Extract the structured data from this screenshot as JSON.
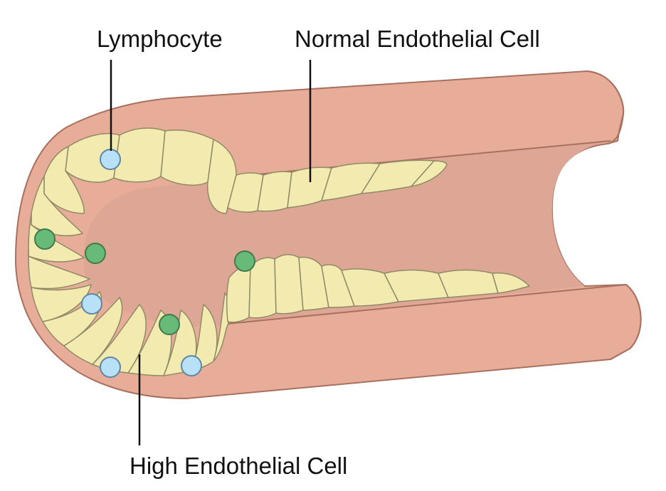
{
  "labels": {
    "lymphocyte": "Lymphocyte",
    "normal_endothelial_cell": "Normal Endothelial Cell",
    "high_endothelial_cell": "High Endothelial Cell"
  },
  "colors": {
    "vessel_wall": "#e8ad98",
    "vessel_outline": "#a8705f",
    "lumen": "#dea795",
    "endothelial_cell": "#f3eab0",
    "cell_outline": "#8f8a68",
    "lymphocyte_blue": "#b8e0f7",
    "lymphocyte_green": "#67ba77",
    "leader_line": "#111111"
  },
  "icons": {
    "blue_lymphocyte": "blue-circle",
    "green_lymphocyte": "green-circle"
  }
}
